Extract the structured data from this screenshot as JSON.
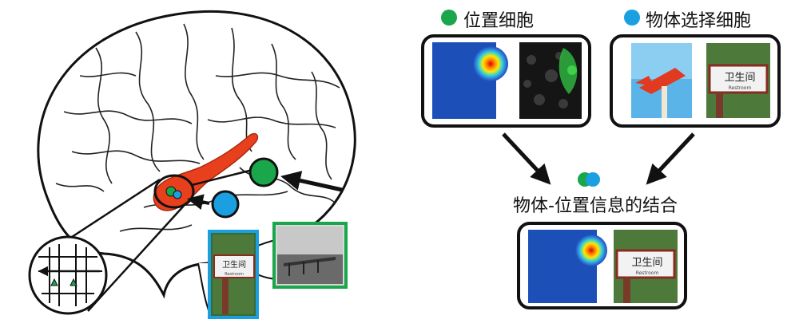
{
  "legend": {
    "place_cell": {
      "label": "位置细胞",
      "color": "#1aa64a"
    },
    "object_cell": {
      "label": "物体选择细胞",
      "color": "#1a9fe0"
    }
  },
  "combined": {
    "label": "物体-位置信息的结合"
  },
  "sign": {
    "text": "卫生间",
    "subtext": "Restroom"
  },
  "colors": {
    "place_dot": "#1aa64a",
    "object_dot": "#1a9fe0",
    "hippocampus": "#e8401c",
    "heatmap_blue": "#1d4fb8",
    "photo_frame_blue": "#1a9fe0",
    "photo_frame_green": "#1aa64a"
  }
}
